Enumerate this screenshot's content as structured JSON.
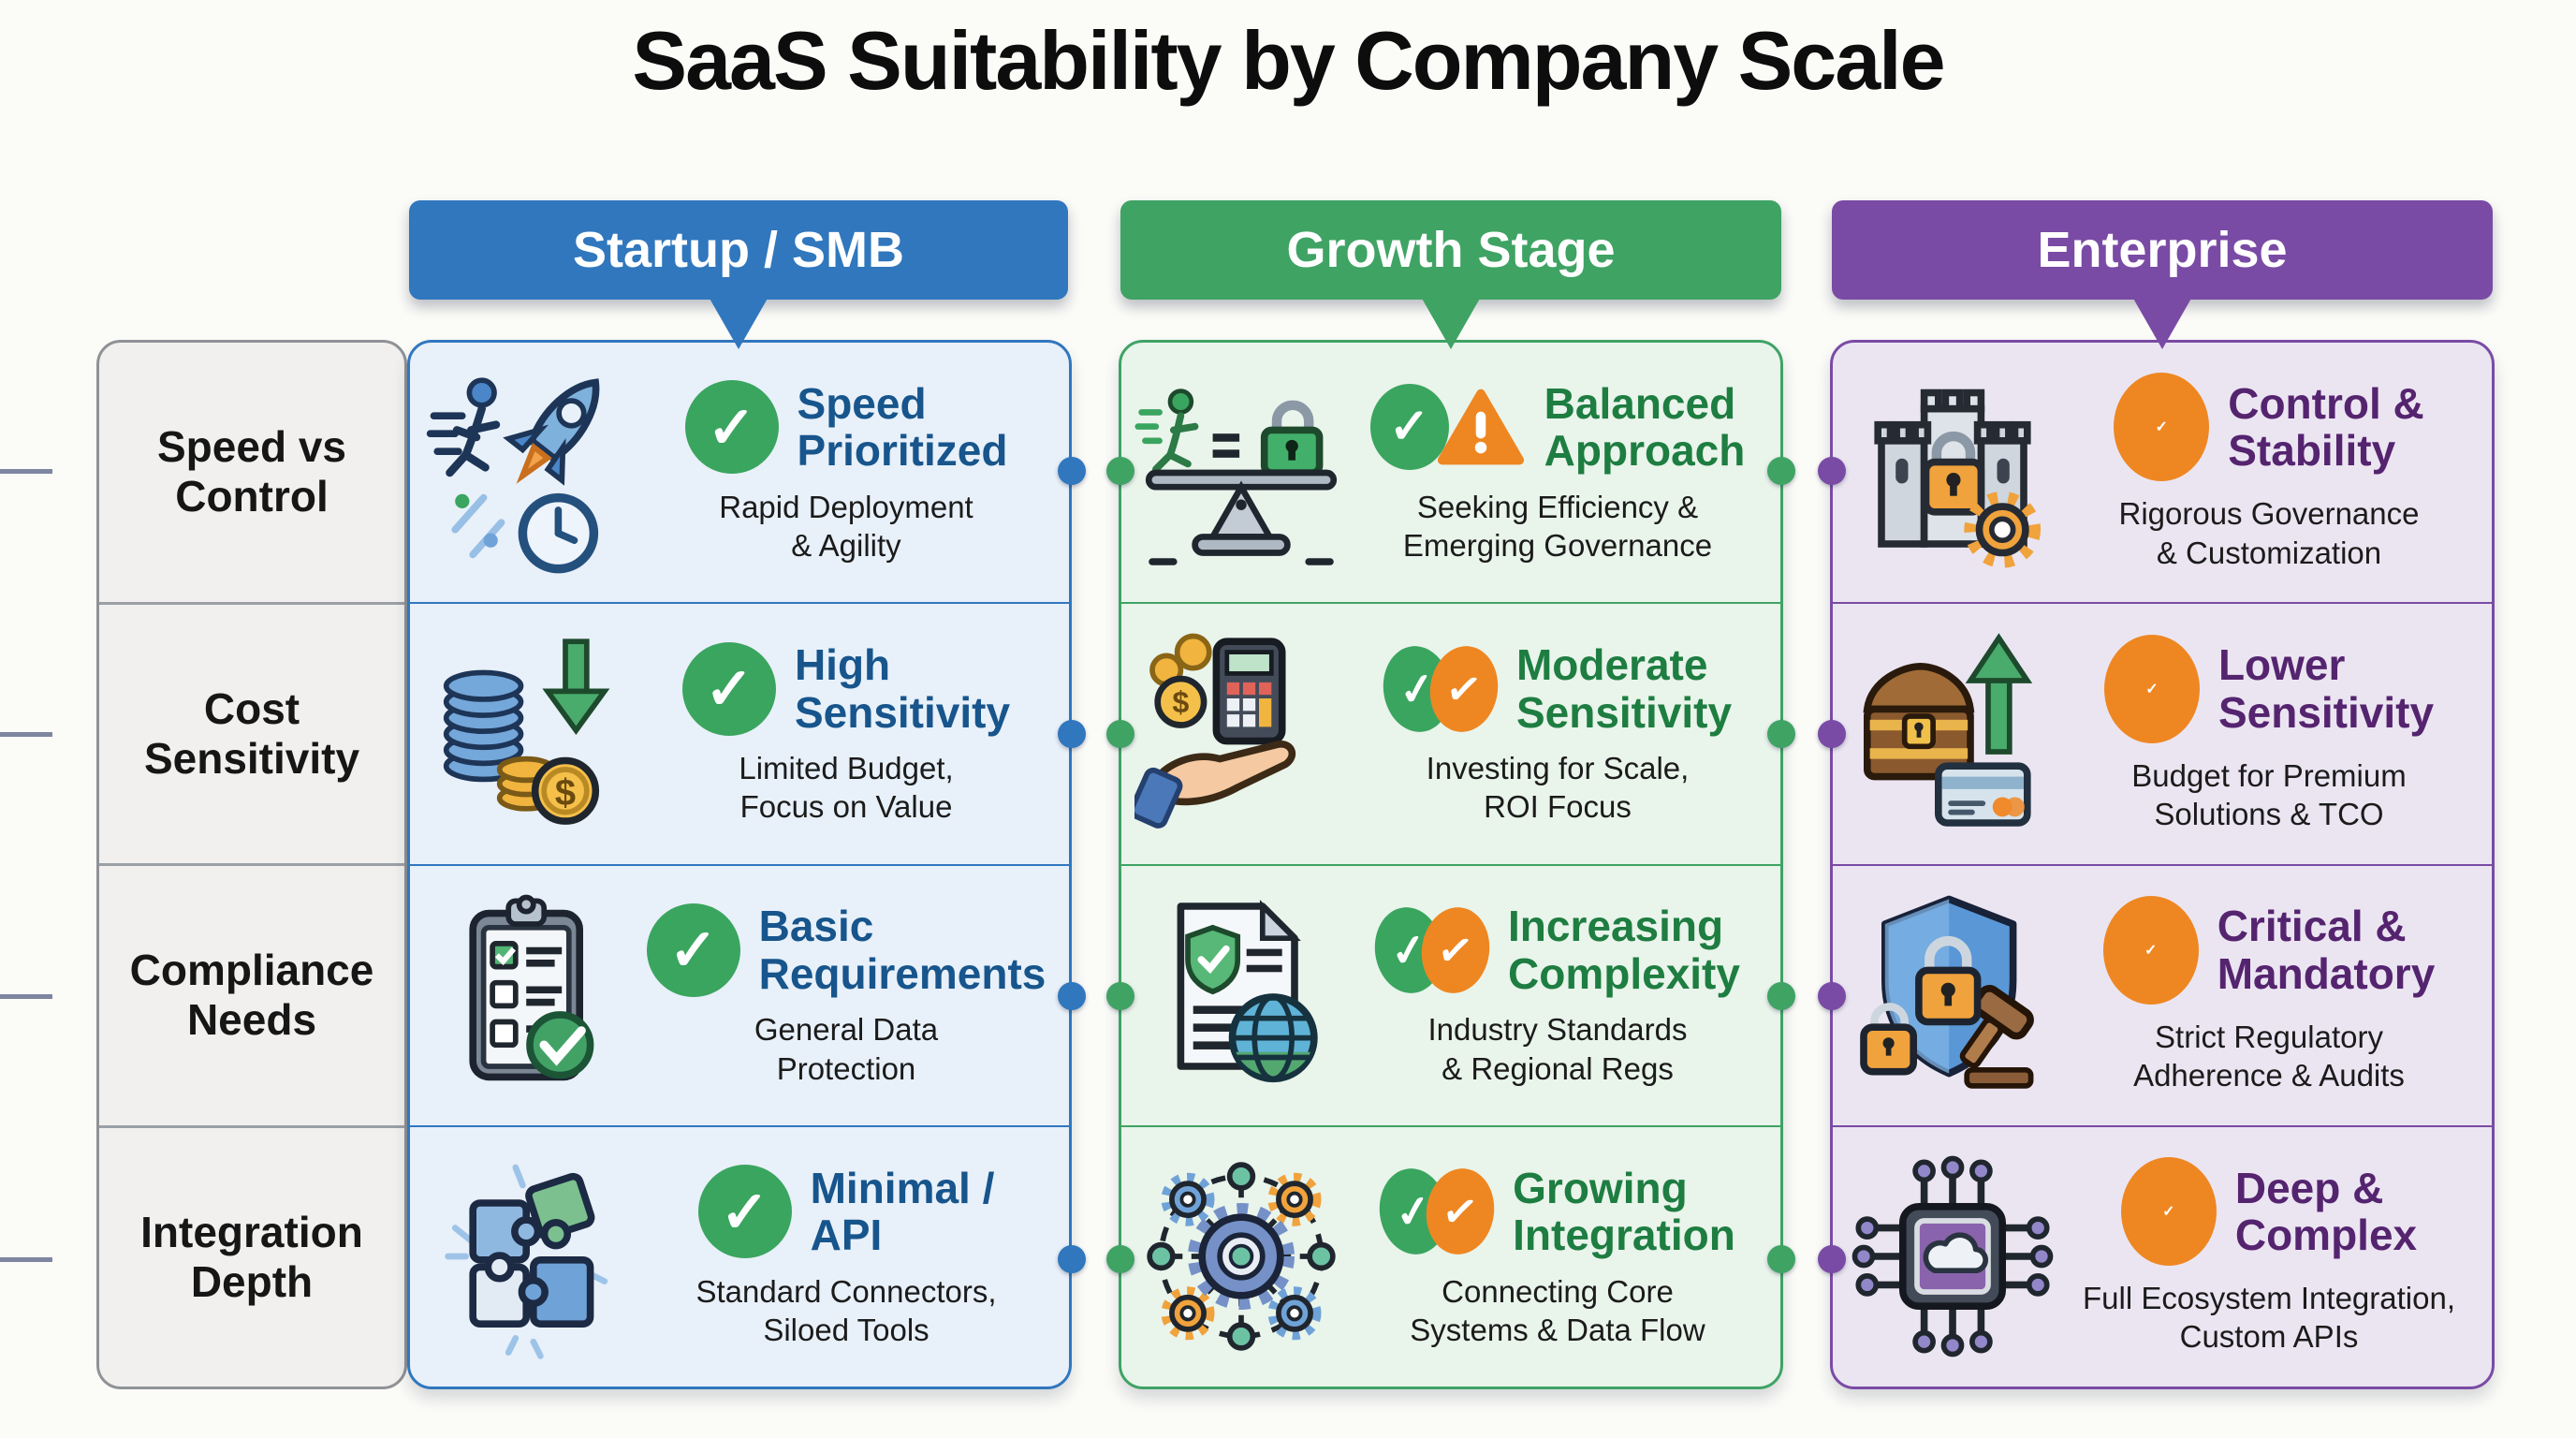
{
  "title": "SaaS Suitability by Company Scale",
  "palette": {
    "startup_blue": "#3077be",
    "growth_green": "#3fa364",
    "enterprise_purple": "#7a4ba5",
    "badge_green": "#3aa55f",
    "badge_orange": "#ee8722",
    "connector_line": "#7e86a0"
  },
  "columns": [
    {
      "label": "Startup / SMB",
      "accent": "#3077be",
      "heading_color": "#17558c",
      "bg": "#e8f0f9"
    },
    {
      "label": "Growth Stage",
      "accent": "#3fa364",
      "heading_color": "#1e7d41",
      "bg": "#e9f4eb"
    },
    {
      "label": "Enterprise",
      "accent": "#7a4ba5",
      "heading_color": "#55246f",
      "bg": "#ebe5f2"
    }
  ],
  "rows": [
    {
      "label": "Speed vs\nControl",
      "cells": [
        {
          "icon": "runner-rocket-clock-icon",
          "badge": "green-check",
          "heading": "Speed\nPrioritized",
          "subtext": "Rapid Deployment\n& Agility"
        },
        {
          "icon": "balance-scale-runner-lock-icon",
          "badge": "green-check-orange-warning",
          "heading": "Balanced\nApproach",
          "subtext": "Seeking Efficiency &\nEmerging Governance"
        },
        {
          "icon": "castle-lock-gear-icon",
          "badge": "orange-check",
          "heading": "Control &\nStability",
          "subtext": "Rigorous Governance\n& Customization"
        }
      ]
    },
    {
      "label": "Cost\nSensitivity",
      "cells": [
        {
          "icon": "coin-stacks-down-arrow-icon",
          "badge": "green-check",
          "heading": "High\nSensitivity",
          "subtext": "Limited Budget,\nFocus on Value"
        },
        {
          "icon": "coins-calculator-hand-icon",
          "badge": "green-orange-double-check",
          "heading": "Moderate\nSensitivity",
          "subtext": "Investing for Scale,\nROI Focus"
        },
        {
          "icon": "treasure-chest-up-arrow-card-icon",
          "badge": "orange-check",
          "heading": "Lower\nSensitivity",
          "subtext": "Budget for Premium\nSolutions & TCO"
        }
      ]
    },
    {
      "label": "Compliance\nNeeds",
      "cells": [
        {
          "icon": "clipboard-checklist-icon",
          "badge": "green-check",
          "heading": "Basic\nRequirements",
          "subtext": "General Data\nProtection"
        },
        {
          "icon": "document-shield-globe-icon",
          "badge": "green-orange-double-check",
          "heading": "Increasing\nComplexity",
          "subtext": "Industry Standards\n& Regional Regs"
        },
        {
          "icon": "shield-locks-gavel-icon",
          "badge": "orange-check",
          "heading": "Critical &\nMandatory",
          "subtext": "Strict Regulatory\nAdherence & Audits"
        }
      ]
    },
    {
      "label": "Integration\nDepth",
      "cells": [
        {
          "icon": "puzzle-pieces-icon",
          "badge": "green-check",
          "heading": "Minimal /\nAPI",
          "subtext": "Standard Connectors,\nSiloed Tools"
        },
        {
          "icon": "gear-network-icon",
          "badge": "green-orange-double-check",
          "heading": "Growing\nIntegration",
          "subtext": "Connecting Core\nSystems & Data Flow"
        },
        {
          "icon": "chip-cloud-circuit-icon",
          "badge": "orange-check",
          "heading": "Deep &\nComplex",
          "subtext": "Full Ecosystem Integration,\nCustom APIs"
        }
      ]
    }
  ],
  "badge_glyph": "✓"
}
